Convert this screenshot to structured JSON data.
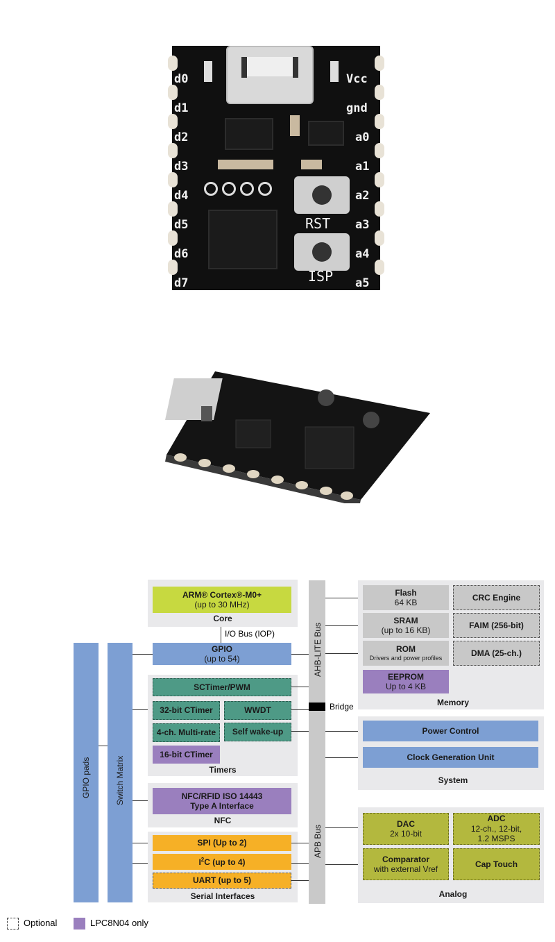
{
  "board_top": {
    "left_pins": [
      "d0",
      "d1",
      "d2",
      "d3",
      "d4",
      "d5",
      "d6",
      "d7"
    ],
    "right_pins": [
      "Vcc",
      "gnd",
      "a0",
      "a1",
      "a2",
      "a3",
      "a4",
      "a5"
    ],
    "rst_label": "RST",
    "isp_label": "ISP"
  },
  "diagram": {
    "core": {
      "cpu_line1": "ARM® Cortex®-M0+",
      "cpu_line2": "(up to 30 MHz)",
      "title": "Core"
    },
    "iop_label": "I/O Bus (IOP)",
    "gpio": {
      "line1": "GPIO",
      "line2": "(up to 54)"
    },
    "gpio_pads": "GPIO pads",
    "switch_matrix": "Switch Matrix",
    "ahb_bus": "AHB-LITE Bus",
    "apb_bus": "APB Bus",
    "bridge": "Bridge",
    "timers": {
      "sctimer": "SCTimer/PWM",
      "ctimer32": "32-bit CTimer",
      "wwdt": "WWDT",
      "multirate": "4-ch. Multi-rate",
      "wakeup": "Self wake-up",
      "ctimer16": "16-bit CTimer",
      "title": "Timers"
    },
    "nfc": {
      "line1": "NFC/RFID ISO 14443",
      "line2": "Type A Interface",
      "title": "NFC"
    },
    "serial": {
      "spi": "SPI (Up to 2)",
      "i2c_sup": "2",
      "i2c_pre": "I",
      "i2c_post": "C (up to 4)",
      "uart": "UART (up to 5)",
      "title": "Serial Interfaces"
    },
    "memory": {
      "flash1": "Flash",
      "flash2": "64 KB",
      "crc": "CRC Engine",
      "sram1": "SRAM",
      "sram2": "(up to 16 KB)",
      "faim": "FAIM (256-bit)",
      "rom1": "ROM",
      "rom2": "Drivers and power profiles",
      "dma": "DMA (25-ch.)",
      "eeprom1": "EEPROM",
      "eeprom2": "Up to 4 KB",
      "title": "Memory"
    },
    "system": {
      "power": "Power Control",
      "clock": "Clock Generation Unit",
      "title": "System"
    },
    "analog": {
      "dac1": "DAC",
      "dac2": "2x 10-bit",
      "adc1": "ADC",
      "adc2": "12-ch., 12-bit,",
      "adc3": "1.2 MSPS",
      "comp1": "Comparator",
      "comp2": "with external Vref",
      "cap": "Cap Touch",
      "title": "Analog"
    },
    "legend": {
      "optional": "Optional",
      "lpc": "LPC8N04 only"
    }
  }
}
